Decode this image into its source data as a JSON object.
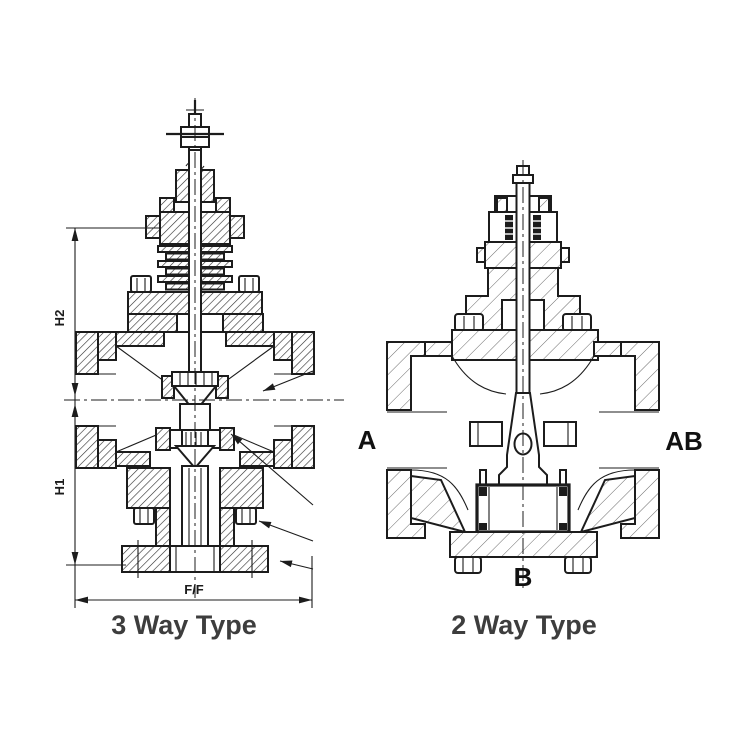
{
  "page": {
    "background": "#ffffff"
  },
  "colors": {
    "line": "#1c1c1c",
    "caption_text": "#3d3d3d",
    "label_text": "#111111"
  },
  "left_drawing": {
    "caption": "3 Way Type",
    "dimensions": {
      "h2": "H2",
      "h1": "H1",
      "ff": "F/F"
    }
  },
  "right_drawing": {
    "caption": "2 Way Type",
    "ports": {
      "left": "A",
      "right": "AB",
      "bottom": "B"
    }
  }
}
